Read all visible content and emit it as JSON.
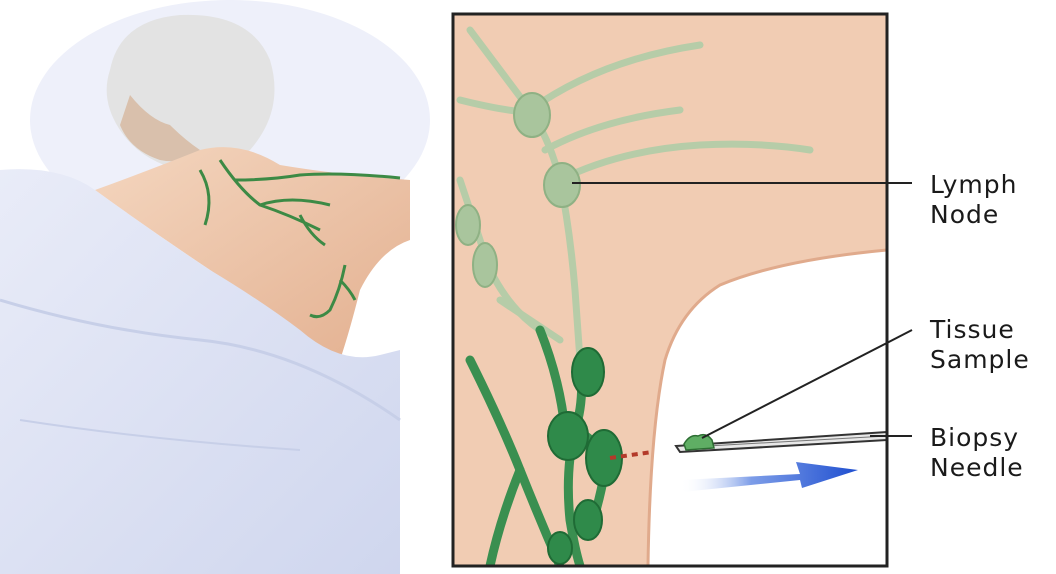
{
  "labels": {
    "lymph_node": [
      "Lymph",
      "Node"
    ],
    "tissue_sample": [
      "Tissue",
      "Sample"
    ],
    "biopsy_needle": [
      "Biopsy",
      "Needle"
    ]
  },
  "colors": {
    "skin": "#f0cbb0",
    "skin_dark": "#e0ad8c",
    "lymph_light": "#a9c7a0",
    "lymph_dark": "#2f8a4a",
    "sheet": "#dfe3f3",
    "arrow": "#2f5fd8",
    "frame": "#222222"
  }
}
